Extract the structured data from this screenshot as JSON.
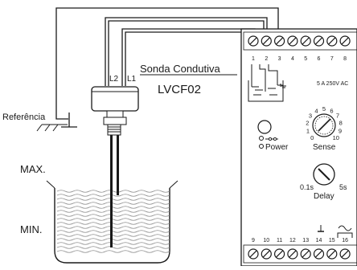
{
  "labels": {
    "referencia": "Referência",
    "l2": "L2",
    "l1": "L1",
    "sonda": "Sonda Condutiva",
    "model": "LVCF02",
    "max": "MAX.",
    "min": "MIN.",
    "power": "Power",
    "sense": "Sense",
    "delay": "Delay",
    "relay_rating": "5 A  250V AC"
  },
  "relay": {
    "top_terminals": [
      "1",
      "2",
      "3",
      "4",
      "5",
      "6",
      "7",
      "8"
    ],
    "bottom_terminals": [
      "9",
      "10",
      "11",
      "12",
      "13",
      "14",
      "15",
      "16"
    ],
    "sense_dial": [
      "0",
      "1",
      "2",
      "3",
      "4",
      "5",
      "6",
      "7",
      "8",
      "9",
      "10"
    ],
    "delay_min": "0.1s",
    "delay_max": "5s"
  }
}
